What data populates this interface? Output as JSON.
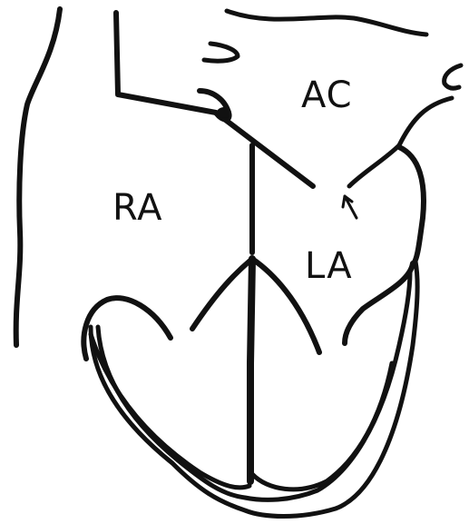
{
  "diagram": {
    "labels": {
      "ac": "AC",
      "ra": "RA",
      "la": "LA"
    },
    "colors": {
      "ink": "#111111",
      "background": "#ffffff"
    }
  }
}
